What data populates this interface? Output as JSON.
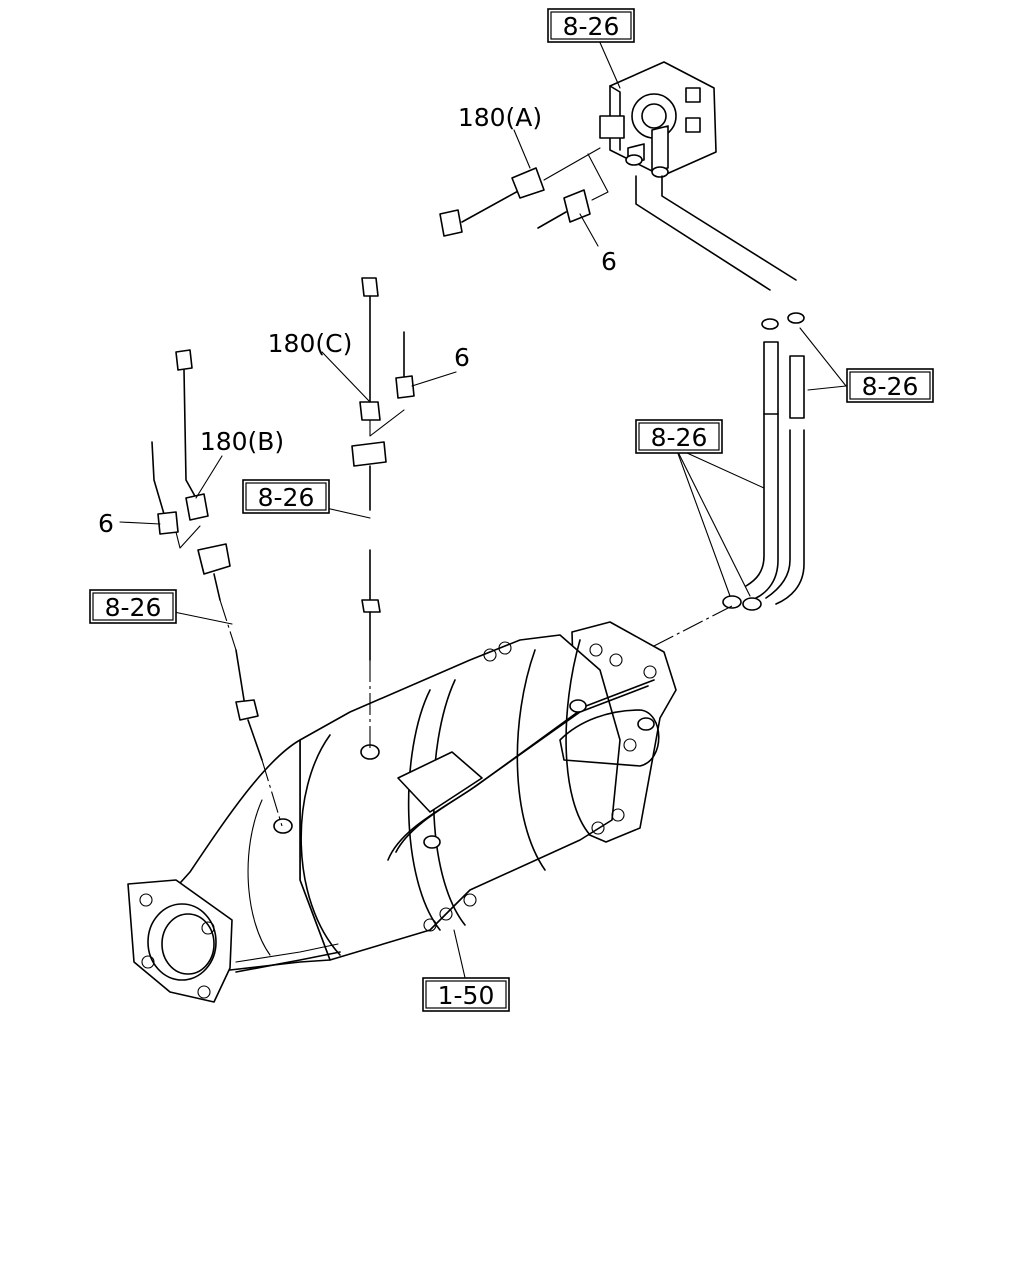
{
  "diagram": {
    "callouts": {
      "sensor_mount_top": "8-26",
      "harness_a": "180(A)",
      "connector_a": "6",
      "harness_c": "180(C)",
      "connector_c": "6",
      "harness_b": "180(B)",
      "connector_b": "6",
      "hose_clamps_upper": "8-26",
      "hose_clamps_lower": "8-26",
      "sensor_c_ref": "8-26",
      "sensor_b_ref": "8-26",
      "dpf_assembly": "1-50"
    }
  }
}
